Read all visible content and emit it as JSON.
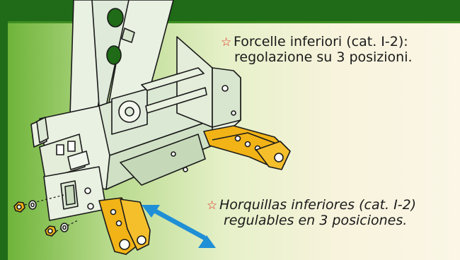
{
  "captions": {
    "italian": {
      "line1": "Forcelle inferiori (cat. I-2):",
      "line2": "regolazione su 3 posizioni.",
      "bullet": "☆"
    },
    "spanish": {
      "line1": "Horquillas inferiores (cat. I-2)",
      "line2": "regulables en 3 posiciones.",
      "bullet": "☆"
    }
  },
  "colors": {
    "background_dark_green": "#1f6b17",
    "frame_fill": "#e9f1e2",
    "fork_yellow": "#f2b316",
    "arrow_blue": "#1f8fd6",
    "star_red": "#e0261b"
  },
  "icons": [
    "star-bullet-icon",
    "double-arrow-icon"
  ]
}
